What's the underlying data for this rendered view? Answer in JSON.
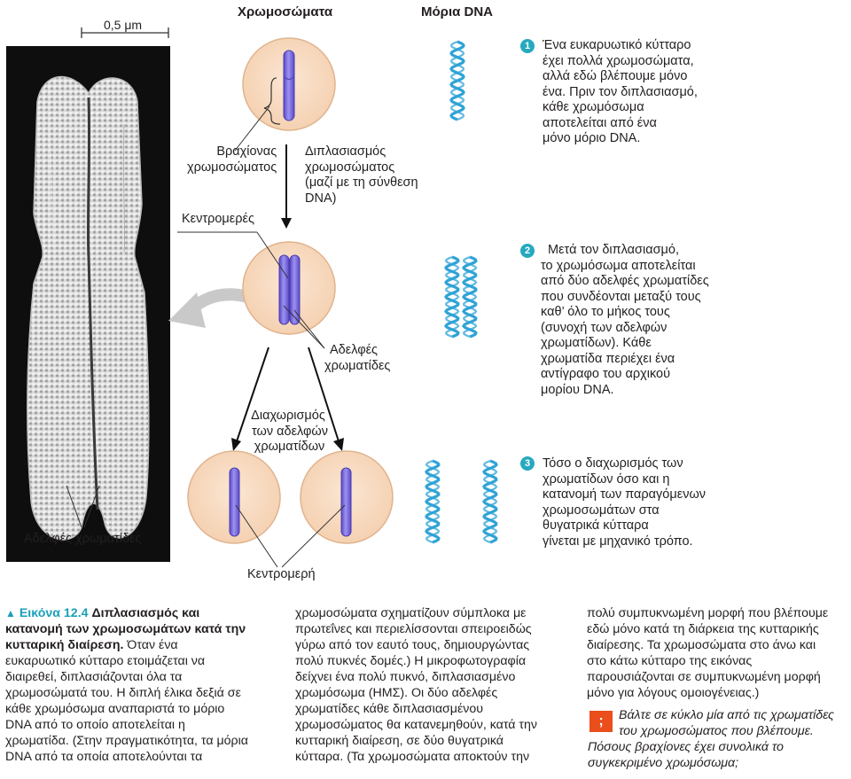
{
  "headers": {
    "chromosomes": "Χρωμοσώματα",
    "dna": "Μόρια DNA"
  },
  "scale_label": "0,5 μm",
  "labels": {
    "arm": [
      "Βραχίονας",
      "χρωμοσώματος"
    ],
    "duplication": [
      "Διπλασιασμός",
      "χρωμοσώματος",
      "(μαζί με τη σύνθεση",
      "DNA)"
    ],
    "centromere": "Κεντρομερές",
    "sister_chromatids": [
      "Αδελφές",
      "χρωματίδες"
    ],
    "separation": [
      "Διαχωρισμός",
      "των αδελφών",
      "χρωματίδων"
    ],
    "centromere2": "Κεντρομερή",
    "photo_sister": "Αδελφές χρωματίδες"
  },
  "steps": [
    {
      "num": "1",
      "lines": [
        "Ένα ευκαρυωτικό κύτταρο",
        "έχει πολλά χρωμοσώματα,",
        "αλλά εδώ βλέπουμε μόνο",
        "ένα. Πριν τον διπλασιασμό,",
        "κάθε χρωμόσωμα",
        "αποτελείται από ένα",
        "μόνο μόριο DNA."
      ]
    },
    {
      "num": "2",
      "lines": [
        "Μετά τον διπλασιασμό,",
        "το χρωμόσωμα αποτελείται",
        "από δύο αδελφές χρωματίδες",
        "που συνδέονται μεταξύ τους",
        "καθ’ όλο το μήκος τους",
        "(συνοχή των αδελφών",
        "χρωματίδων). Κάθε",
        "χρωματίδα περιέχει ένα",
        "αντίγραφο του αρχικού",
        "μορίου DNA."
      ]
    },
    {
      "num": "3",
      "lines": [
        "Τόσο ο διαχωρισμός των",
        "χρωματίδων όσο και η",
        "κατανομή των παραγόμενων",
        "χρωμοσωμάτων στα",
        "θυγατρικά κύτταρα",
        "γίνεται με μηχανικό τρόπο."
      ]
    }
  ],
  "caption": {
    "marker": "▲",
    "fig_label": "Εικόνα 12.4",
    "title_1": "Διπλασιασμός και",
    "title_2": "κατανομή των χρωμοσωμάτων κατά την",
    "title_3": "κυτταρική διαίρεση.",
    "col1_rest3": " Όταν ένα",
    "col1": [
      "ευκαρυωτικό κύτταρο ετοιμάζεται να",
      "διαιρεθεί, διπλασιάζονται όλα τα",
      "χρωμοσώματά του. Η διπλή έλικα δεξιά σε",
      "κάθε χρωμόσωμα αναπαριστά το μόριο",
      "DNA από το οποίο αποτελείται η",
      "χρωματίδα. (Στην πραγματικότητα, τα μόρια",
      "DNA από τα οποία αποτελούνται τα"
    ],
    "col2": [
      "χρωμοσώματα σχηματίζουν σύμπλοκα με",
      "πρωτεΐνες και περιελίσσονται σπειροειδώς",
      "γύρω από τον εαυτό τους, δημιουργώντας",
      "πολύ πυκνές δομές.) Η μικροφωτογραφία",
      "δείχνει ένα πολύ πυκνό, διπλασιασμένο",
      "χρωμόσωμα (ΗΜΣ). Οι δύο αδελφές",
      "χρωματίδες κάθε διπλασιασμένου",
      "χρωμοσώματος θα κατανεμηθούν, κατά την",
      "κυτταρική διαίρεση, σε δύο θυγατρικά",
      "κύτταρα. (Τα χρωμοσώματα αποκτούν την"
    ],
    "col3": [
      "πολύ συμπυκνωμένη μορφή που βλέπουμε",
      "εδώ μόνο κατά τη διάρκεια της κυτταρικής",
      "διαίρεσης. Τα χρωμοσώματα στο άνω και",
      "στο κάτω κύτταρο της εικόνας",
      "παρουσιάζονται σε συμπυκνωμένη μορφή",
      "μόνο για λόγους ομοιογένειας.)"
    ],
    "question_mark": ";",
    "question": [
      "Βάλτε σε κύκλο μία από τις χρωματίδες",
      "του χρωμοσώματος που βλέπουμε.",
      "Πόσους βραχίονες έχει συνολικά το",
      "συγκεκριμένο χρωμόσωμα;"
    ]
  },
  "colors": {
    "cell": "#f9dcc4",
    "cell_edge": "#e2b48f",
    "chromosome": "#7a6bd8",
    "dna": "#2fa3d6",
    "accent": "#1ba0b8",
    "question_box": "#e94e1b"
  }
}
